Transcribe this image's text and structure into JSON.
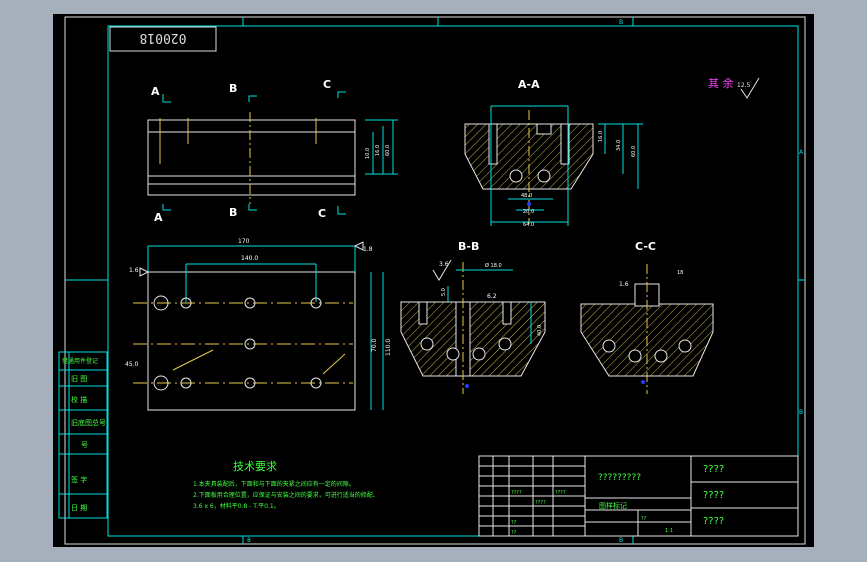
{
  "drawing_number": "020018",
  "roughness_note": {
    "label": "其 余",
    "value": "12.5"
  },
  "section_labels": {
    "top_A": "A",
    "top_B": "B",
    "top_C": "C",
    "bottom_A": "A",
    "bottom_B": "B",
    "bottom_C": "C",
    "section_AA": "A-A",
    "section_BB": "B-B",
    "section_CC": "C-C"
  },
  "tech_requirements": {
    "title": "技术要求",
    "line1": "1.本夹具装配后，下面和与下面的夹紧之间应有一定的间隙。",
    "line2": "2.下面板用合理位置，应保证与安装之间的要求，可进行适当的修配、",
    "line3": "  3.6 x 6，材料平0.8 -  T.平0.1。"
  },
  "dimensions": {
    "front_top_width": "170",
    "front_inner_width": "140.0",
    "front_height_outer": "110.0",
    "front_height_inner": "70.0",
    "front_left_dim": "45.0",
    "front_right_dim": "1.8",
    "front_left_small": "1.6",
    "aa_height1": "16.0",
    "aa_height2": "34.0",
    "aa_height3": "60.0",
    "aa_bottom1": "48.0",
    "aa_bottom2": "20.0",
    "aa_bottom3": "64.0",
    "bb_top": "Ø 18.0",
    "bb_left": "3.6",
    "bb_height": "5.0",
    "bb_mid": "6.2",
    "bb_right": "40.0",
    "cc_top": "18",
    "cc_left": "1.6",
    "side_h1": "10.0",
    "side_h2": "16.0",
    "side_h3": "60.0"
  },
  "left_strip": [
    "借通用件登记",
    "旧 图",
    "校 描",
    "旧底图总号",
    "号",
    "签 字",
    "日 期"
  ],
  "title_block": {
    "name": "?????????",
    "right_rows": [
      "????",
      "????",
      "????"
    ],
    "standard_label": "图样标记",
    "cells_small": [
      "????",
      "????",
      "????",
      "??",
      "??",
      "??",
      "1:1"
    ],
    "scale": "1:1"
  },
  "frame_ticks": {
    "top": [
      "B",
      "8"
    ],
    "bottom": [
      "8",
      "B"
    ],
    "right": [
      "A",
      "B"
    ]
  }
}
